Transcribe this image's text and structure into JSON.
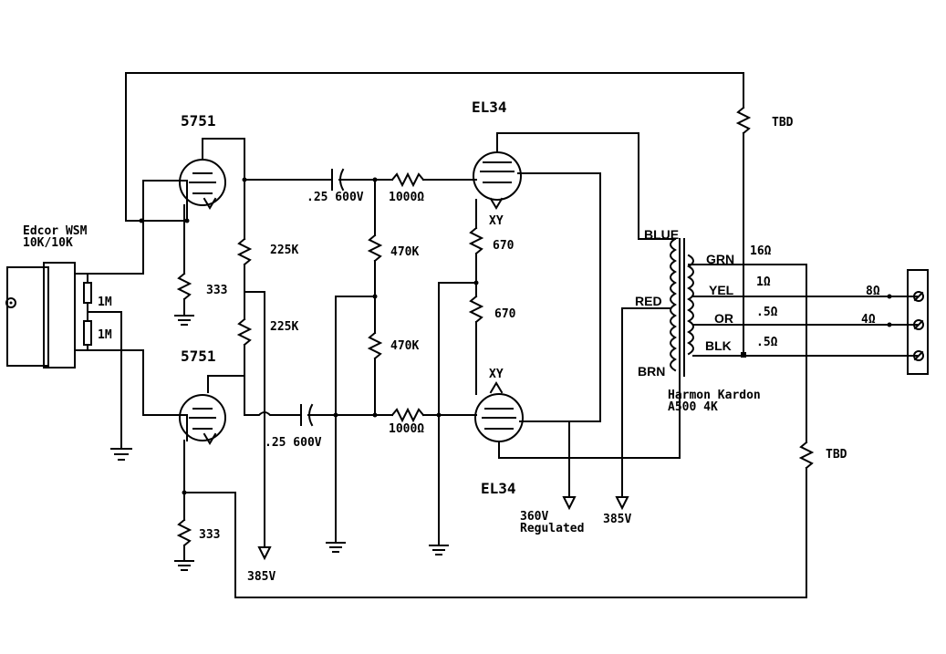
{
  "tubes": {
    "v1": "5751",
    "v2": "5751",
    "v3": "EL34",
    "v4": "EL34",
    "xy1": "XY",
    "xy2": "XY"
  },
  "input_transformer": {
    "line1": "Edcor WSM",
    "line2": "10K/10K"
  },
  "resistors": {
    "grid_1m_a": "1M",
    "grid_1m_b": "1M",
    "cathode_333_a": "333",
    "cathode_333_b": "333",
    "plate_225k_a": "225K",
    "plate_225k_b": "225K",
    "grid_470k_a": "470K",
    "grid_470k_b": "470K",
    "stopper_a": "1000Ω",
    "stopper_b": "1000Ω",
    "cathode_670_a": "670",
    "cathode_670_b": "670",
    "feedback_top": "TBD",
    "feedback_bottom": "TBD"
  },
  "capacitors": {
    "coupling_a": ".25 600V",
    "coupling_b": ".25 600V"
  },
  "output_transformer": {
    "blue": "BLUE",
    "red": "RED",
    "brn": "BRN",
    "grn": "GRN",
    "yel": "YEL",
    "or": "OR",
    "blk": "BLK",
    "name_line1": "Harmon Kardon",
    "name_line2": "A500    4K",
    "imp_16": "16Ω",
    "imp_1": "1Ω",
    "imp_05a": ".5Ω",
    "imp_05b": ".5Ω"
  },
  "outputs": {
    "tap_8": "8Ω",
    "tap_4": "4Ω"
  },
  "supplies": {
    "b_plus_left": "385V",
    "b_plus_right": "385V",
    "screen_line1": "360V",
    "screen_line2": "Regulated"
  }
}
